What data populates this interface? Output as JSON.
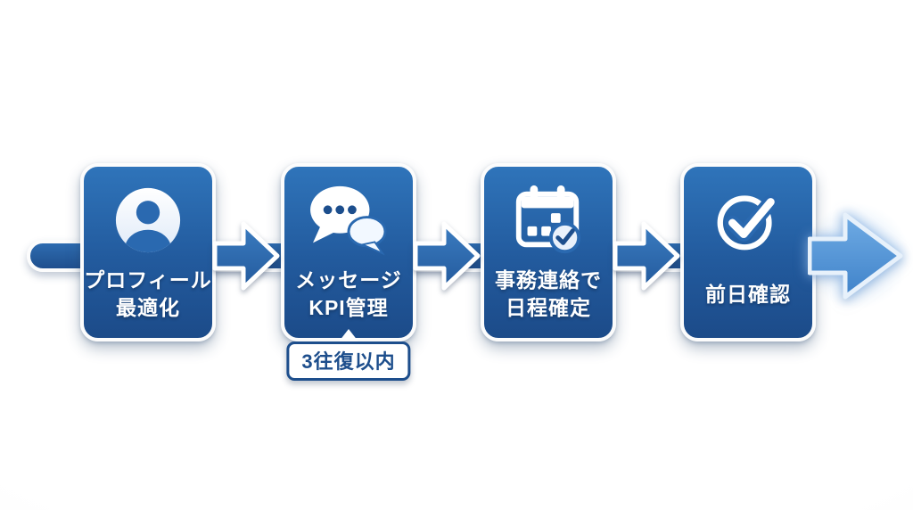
{
  "flow": {
    "steps": [
      {
        "id": "profile-optimization",
        "icon": "user-icon",
        "line1": "プロフィール",
        "line2": "最適化"
      },
      {
        "id": "message-kpi",
        "icon": "chat-bubbles-icon",
        "line1": "メッセージ",
        "line2": "KPI管理",
        "badge": "3往復以内"
      },
      {
        "id": "schedule-confirm",
        "icon": "calendar-check-icon",
        "line1": "事務連絡で",
        "line2": "日程確定"
      },
      {
        "id": "day-before-check",
        "icon": "check-circle-icon",
        "line1": "前日確認"
      }
    ],
    "colors": {
      "box_gradient_top": "#2f74ba",
      "box_gradient_bottom": "#1c4b89",
      "arrow_fill": "#2a67ad",
      "final_arrow_fill": "#4a90d9",
      "outline": "#ffffff",
      "badge_text": "#1d4e8c",
      "background": "#fafafa"
    }
  }
}
